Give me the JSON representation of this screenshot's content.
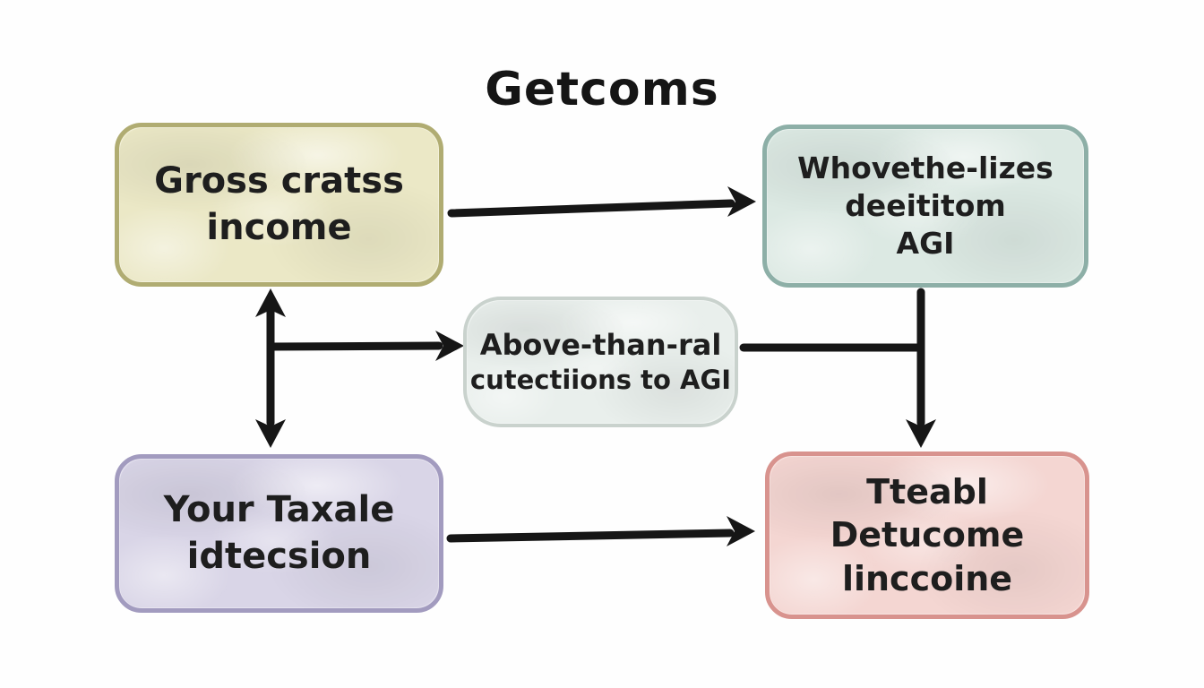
{
  "title": "Getcoms",
  "text_color": "#1c1c1c",
  "arrow_color": "#161616",
  "boxes": [
    {
      "name": "gross-income",
      "lines": [
        "Gross cratss",
        "income"
      ],
      "fill": "#ebe8c6",
      "border": "#b0ac72"
    },
    {
      "name": "adjusted-gross-income",
      "lines": [
        "Whovethe-lizes",
        "deeititom",
        "AGI"
      ],
      "fill": "#dce9e3",
      "border": "#8dafa7"
    },
    {
      "name": "above-the-line-deductions",
      "lines": [
        "Above-than-ral",
        "cutectiions to AGI"
      ],
      "fill": "#e9efec",
      "border": "#c9d2cd"
    },
    {
      "name": "deductions",
      "lines": [
        "Your Taxale",
        "idtecsion"
      ],
      "fill": "#d9d5e7",
      "border": "#a29bbf"
    },
    {
      "name": "taxable-income",
      "lines": [
        "Tteabl Detucome",
        "linccoine"
      ],
      "fill": "#f4d6d2",
      "border": "#d8938e"
    }
  ]
}
